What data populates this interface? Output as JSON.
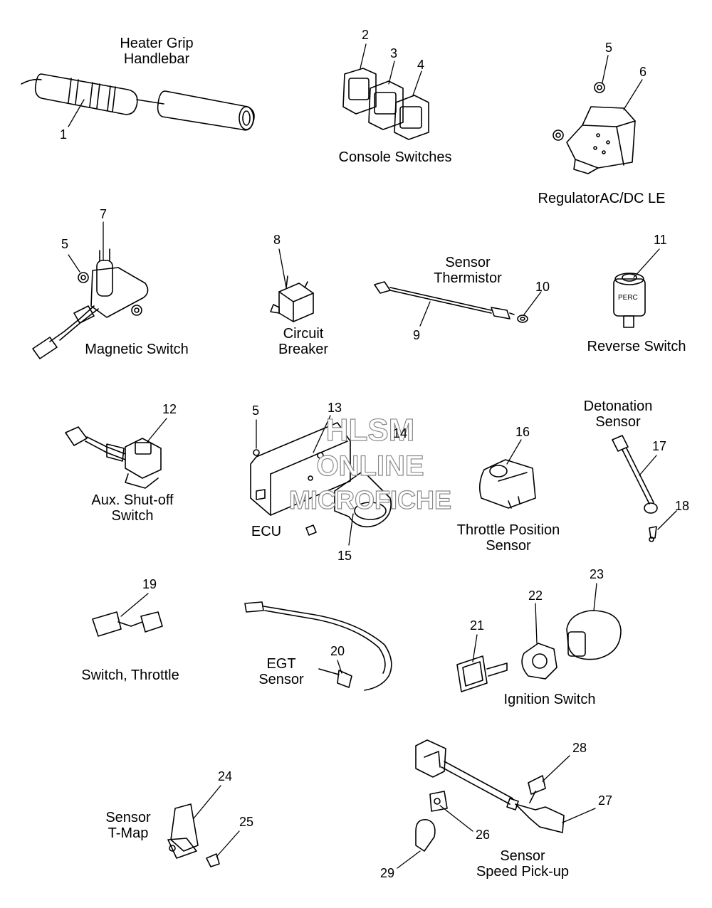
{
  "labels": {
    "heater_grip": "Heater Grip\nHandlebar",
    "console_switches": "Console Switches",
    "regulator": "RegulatorAC/DC LE",
    "magnetic_switch": "Magnetic Switch",
    "circuit_breaker": "Circuit\nBreaker",
    "sensor_thermistor": "Sensor\nThermistor",
    "reverse_switch": "Reverse Switch",
    "detonation_sensor": "Detonation\nSensor",
    "aux_shutoff": "Aux. Shut-off\nSwitch",
    "ecu": "ECU",
    "throttle_position": "Throttle Position\nSensor",
    "switch_throttle": "Switch, Throttle",
    "egt_sensor": "EGT\nSensor",
    "ignition_switch": "Ignition Switch",
    "sensor_tmap": "Sensor\nT-Map",
    "speed_pickup": "Sensor\nSpeed Pick-up"
  },
  "callouts": {
    "n1": "1",
    "n2": "2",
    "n3": "3",
    "n4": "4",
    "n5a": "5",
    "n6": "6",
    "n5b": "5",
    "n7": "7",
    "n8": "8",
    "n9": "9",
    "n10": "10",
    "n11": "11",
    "n12": "12",
    "n5c": "5",
    "n13": "13",
    "n14": "14",
    "n15": "15",
    "n16": "16",
    "n17": "17",
    "n18": "18",
    "n19": "19",
    "n20": "20",
    "n21": "21",
    "n22": "22",
    "n23": "23",
    "n24": "24",
    "n25": "25",
    "n26": "26",
    "n27": "27",
    "n28": "28",
    "n29": "29"
  },
  "reverse_switch_marking": "PERC",
  "watermark": {
    "line1": "HLSM",
    "line2": "ONLINE",
    "line3": "MICROFICHE"
  }
}
